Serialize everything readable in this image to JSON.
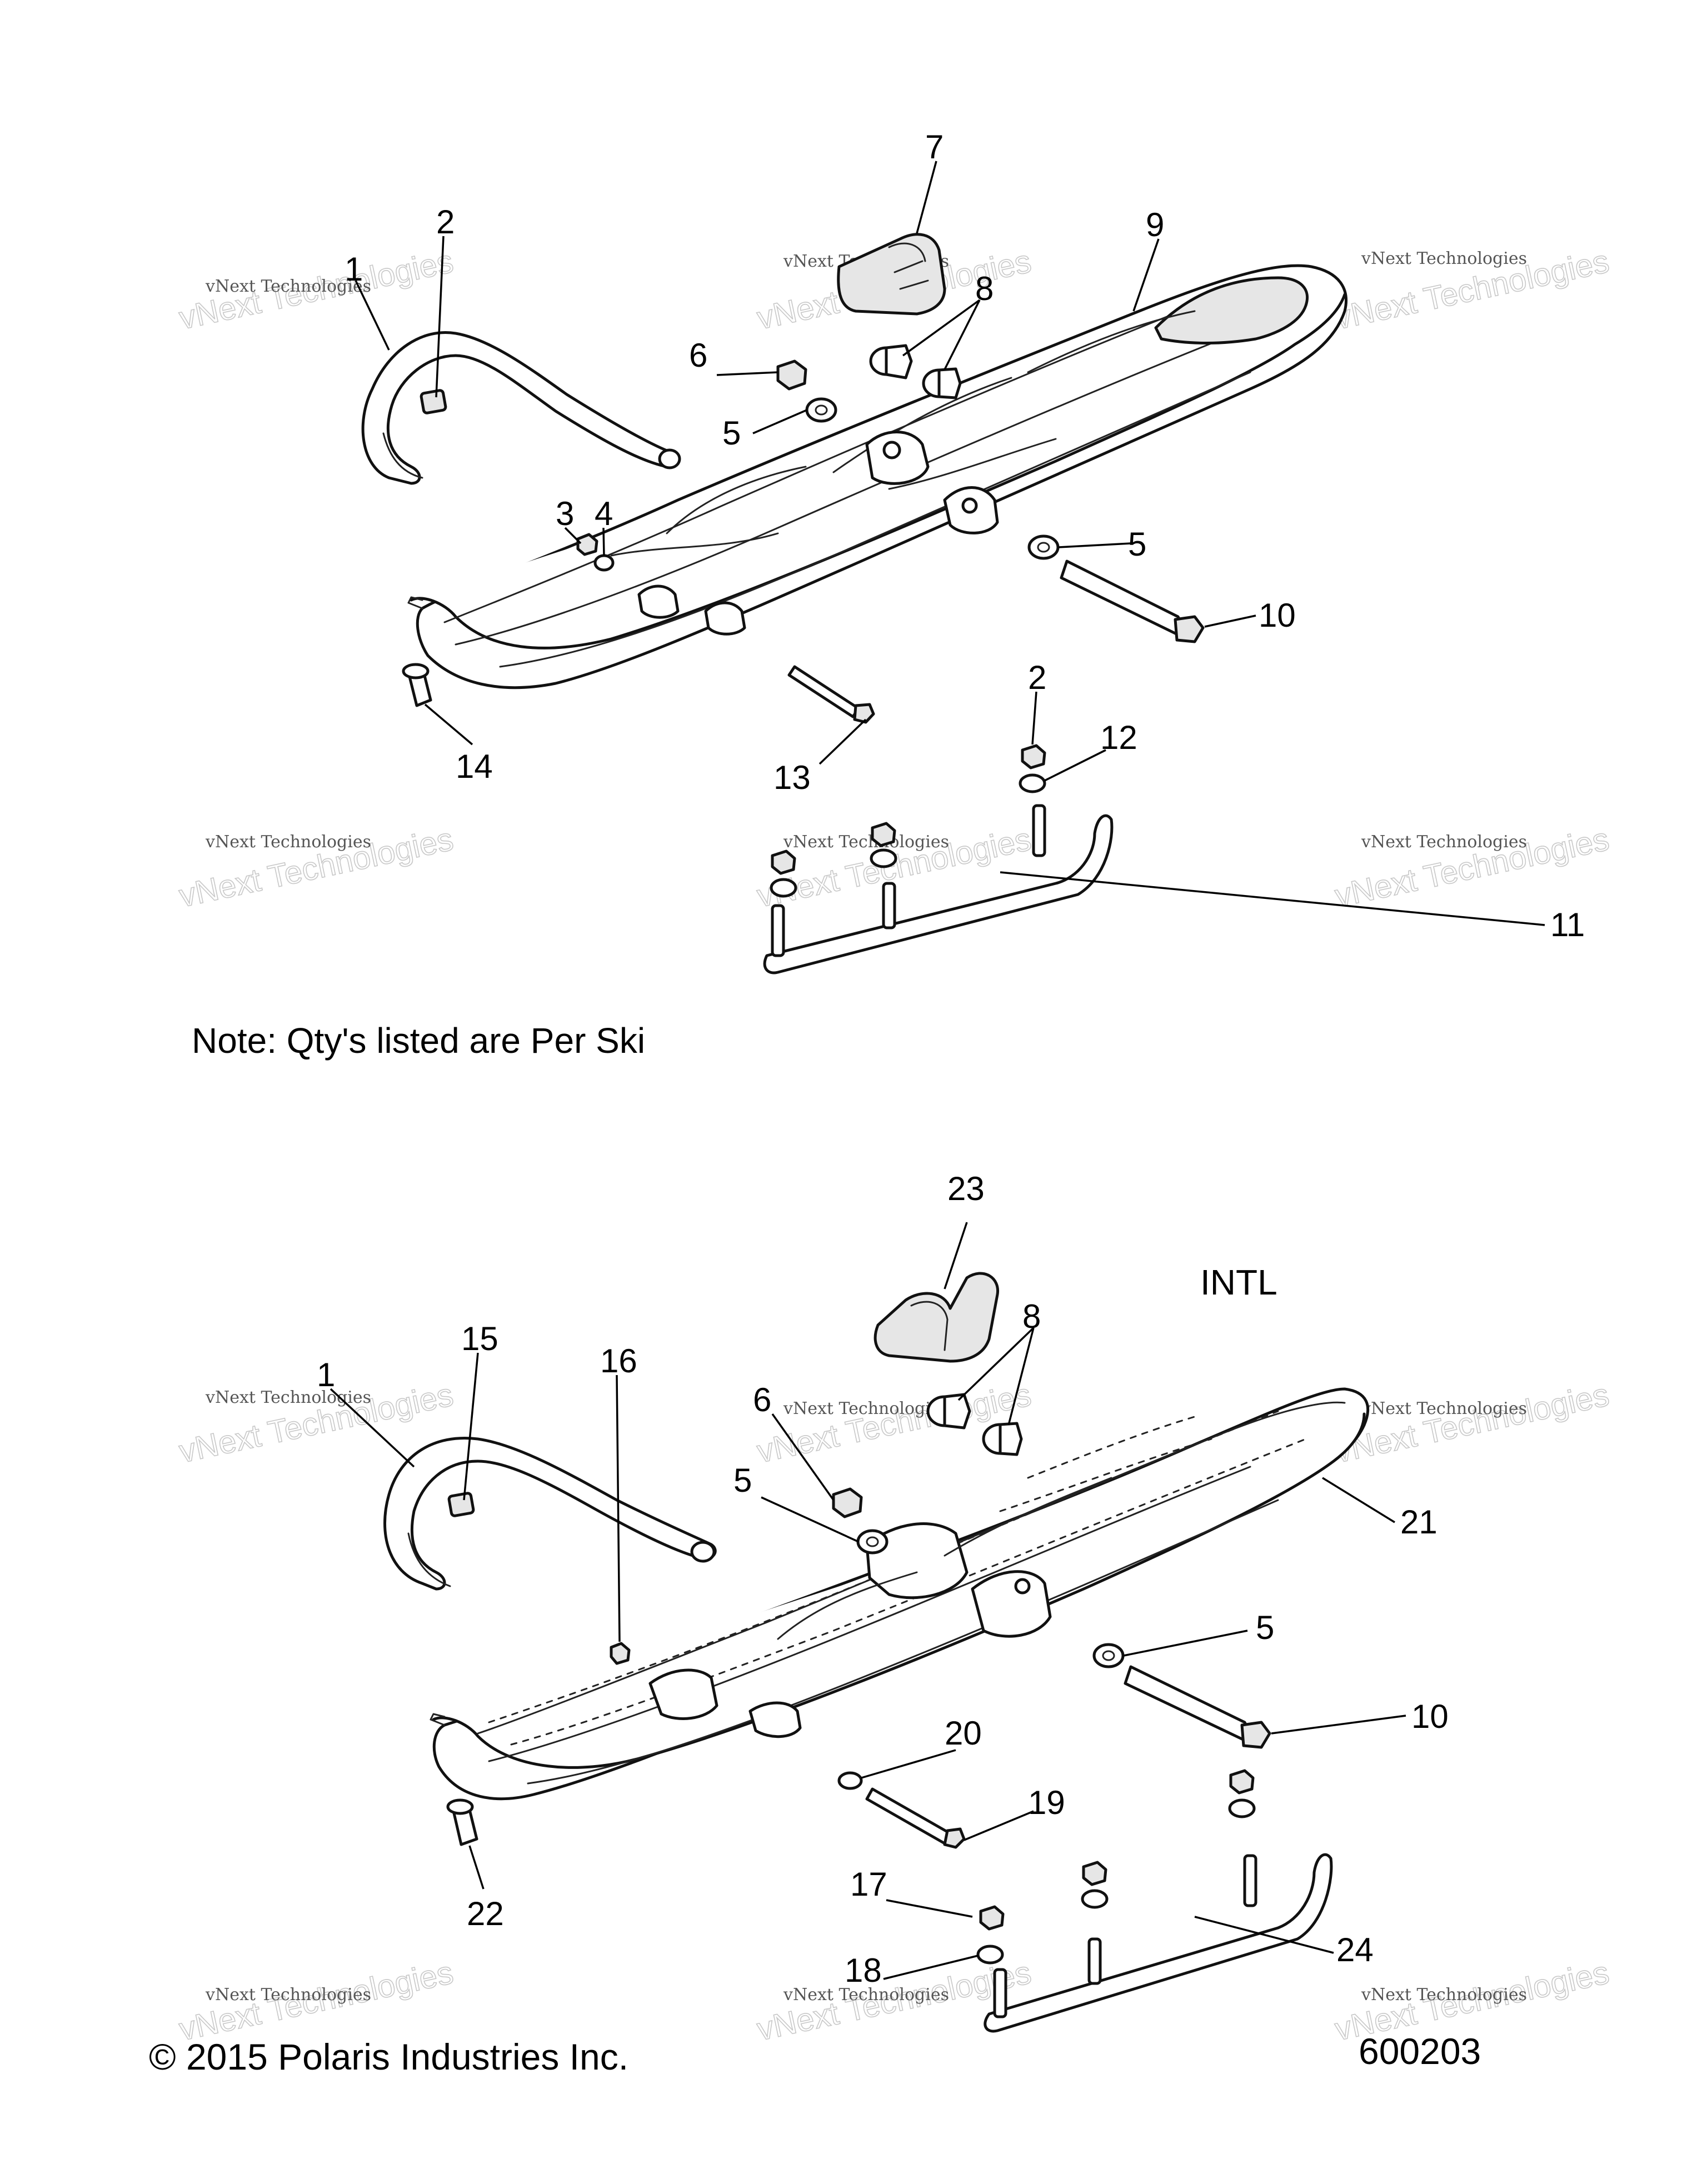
{
  "note": "Note: Qty's listed are Per Ski",
  "intl_label": "INTL",
  "copyright": "© 2015 Polaris Industries Inc.",
  "diagram_number": "600203",
  "watermark": {
    "line1": "vNext Technologies",
    "line2": "vNext Technologies"
  },
  "callouts_top": [
    "1",
    "2",
    "3",
    "4",
    "5",
    "5",
    "6",
    "7",
    "8",
    "9",
    "10",
    "11",
    "12",
    "13",
    "14",
    "2"
  ],
  "callouts_bottom": [
    "1",
    "15",
    "16",
    "6",
    "5",
    "5",
    "23",
    "8",
    "21",
    "10",
    "20",
    "19",
    "22",
    "17",
    "18",
    "24"
  ]
}
